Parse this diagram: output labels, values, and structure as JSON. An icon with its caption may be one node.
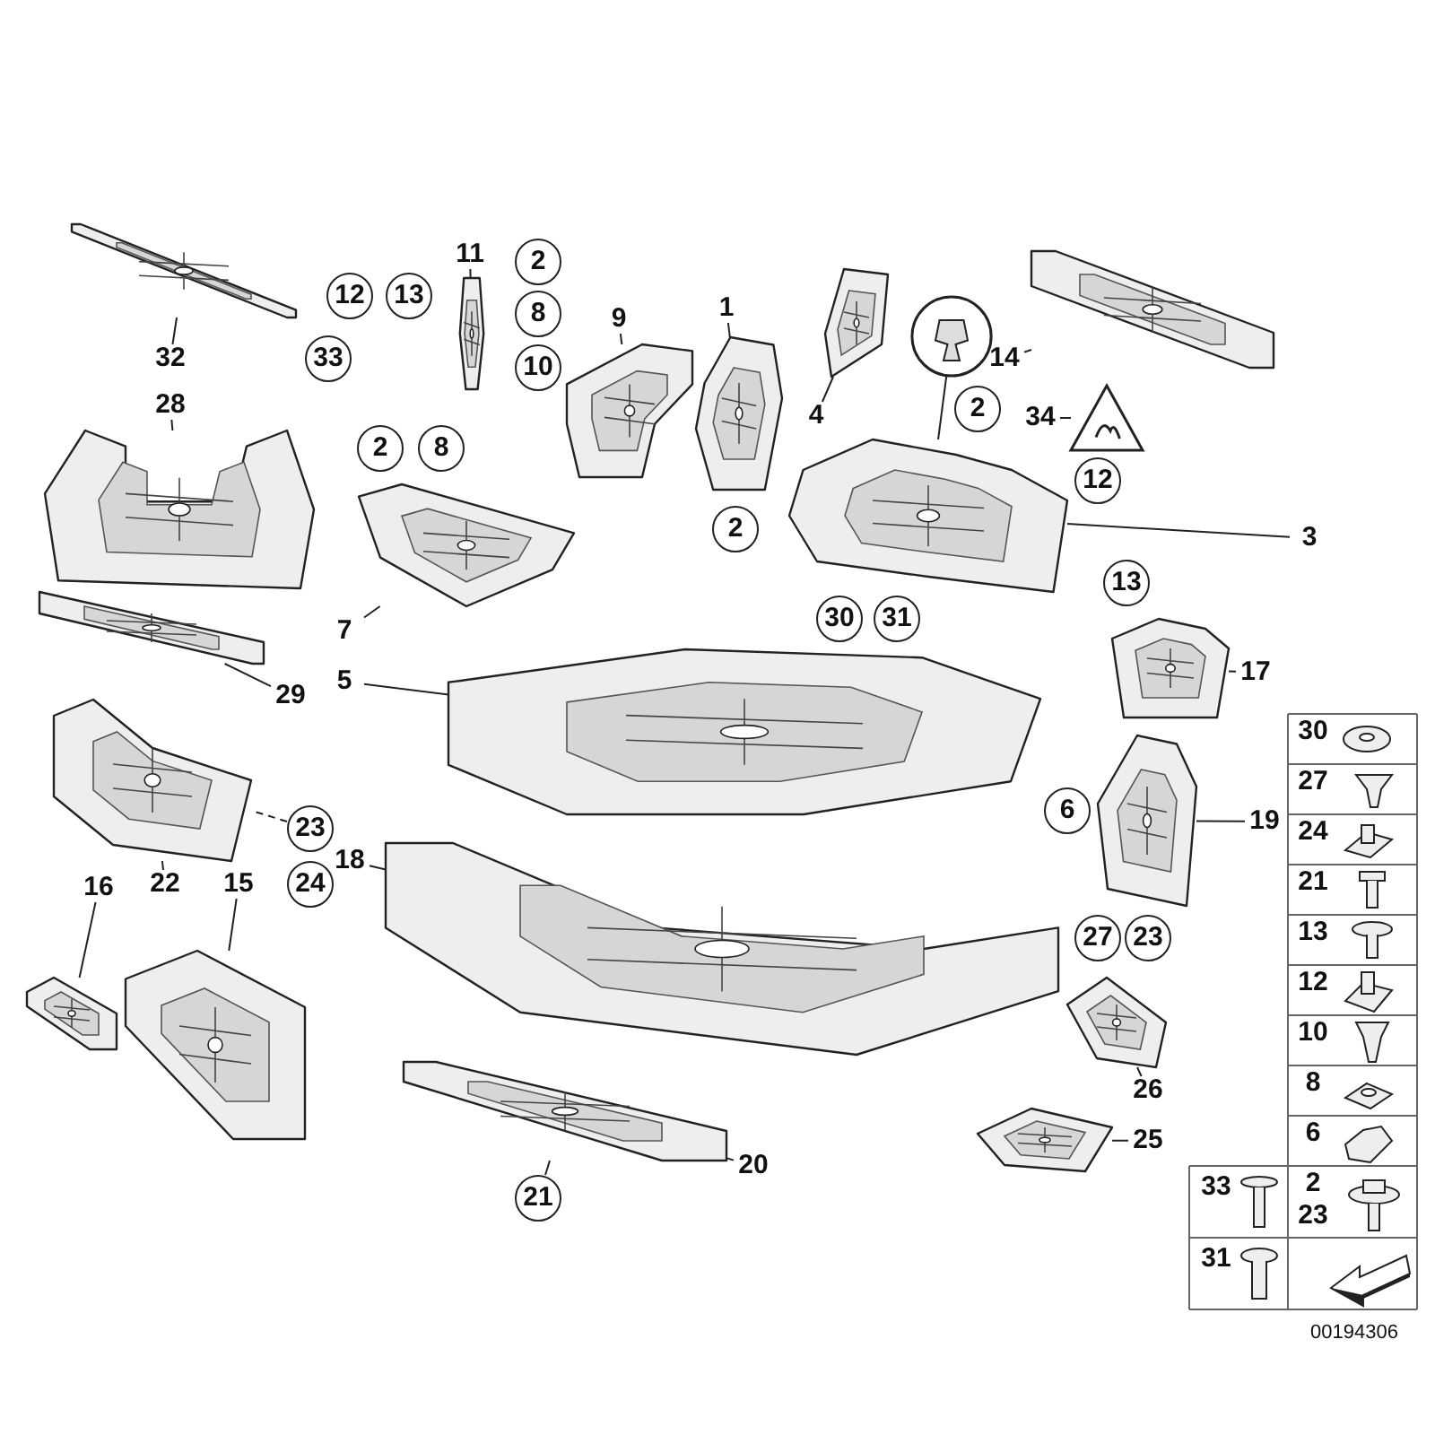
{
  "diagram": {
    "nodes": [
      {
        "text": [
          "32"
        ]
      },
      {
        "text": [],
        "shape": "picture"
      },
      {
        "text": [
          "11"
        ]
      },
      {
        "text": [],
        "shape": "picture"
      },
      {
        "text": [
          "9"
        ]
      },
      {
        "text": [],
        "shape": "picture"
      },
      {
        "text": [
          "1"
        ]
      },
      {
        "text": [],
        "shape": "picture"
      },
      {
        "text": [
          "4"
        ]
      },
      {
        "text": [],
        "shape": "picture"
      },
      {
        "text": [],
        "shape": "circle"
      },
      {
        "text": [
          "14"
        ]
      },
      {
        "text": [],
        "shape": "picture"
      },
      {
        "text": [
          "34"
        ]
      },
      {
        "text": [],
        "shape": "triangle"
      },
      {
        "text": [
          "28"
        ]
      },
      {
        "text": [],
        "shape": "picture"
      },
      {
        "text": [
          "3"
        ]
      },
      {
        "text": [],
        "shape": "picture"
      },
      {
        "text": [
          "7"
        ]
      },
      {
        "text": [],
        "shape": "picture"
      },
      {
        "text": [
          "5"
        ]
      },
      {
        "text": [],
        "shape": "picture"
      },
      {
        "text": [
          "29"
        ]
      },
      {
        "text": [],
        "shape": "picture"
      },
      {
        "text": [
          "18"
        ]
      },
      {
        "text": [],
        "shape": "picture"
      },
      {
        "text": [
          "17"
        ]
      },
      {
        "text": [],
        "shape": "picture"
      },
      {
        "text": [
          "19"
        ]
      },
      {
        "text": [],
        "shape": "picture"
      },
      {
        "text": [
          "23"
        ]
      },
      {
        "text": [
          "22"
        ]
      },
      {
        "text": [],
        "shape": "picture"
      },
      {
        "text": [
          "16"
        ]
      },
      {
        "text": [],
        "shape": "picture"
      },
      {
        "text": [
          "15"
        ]
      },
      {
        "text": [],
        "shape": "picture"
      },
      {
        "text": [
          "26"
        ]
      },
      {
        "text": [],
        "shape": "picture"
      },
      {
        "text": [
          "21"
        ]
      },
      {
        "text": [
          "20"
        ]
      },
      {
        "text": [],
        "shape": "picture"
      },
      {
        "text": [
          "25"
        ]
      },
      {
        "text": [],
        "shape": "picture"
      },
      {
        "text": [
          "12"
        ]
      },
      {
        "text": [
          "13"
        ]
      },
      {
        "text": [
          "2"
        ]
      },
      {
        "text": [
          "8"
        ]
      },
      {
        "text": [
          "10"
        ]
      },
      {
        "text": [
          "33"
        ]
      },
      {
        "text": [
          "2"
        ]
      },
      {
        "text": [
          "8"
        ]
      },
      {
        "text": [
          "2"
        ]
      },
      {
        "text": [
          "12"
        ]
      },
      {
        "text": [
          "2"
        ]
      },
      {
        "text": [
          "13"
        ]
      },
      {
        "text": [
          "30"
        ]
      },
      {
        "text": [
          "31"
        ]
      },
      {
        "text": [
          "6"
        ]
      },
      {
        "text": [
          "24"
        ]
      },
      {
        "text": [
          "27"
        ]
      },
      {
        "text": [
          "23"
        ]
      }
    ],
    "edges": [
      {
        "from": 0,
        "to": 1,
        "arrow": "none"
      },
      {
        "from": 2,
        "to": 3,
        "arrow": "none"
      },
      {
        "from": 4,
        "to": 5,
        "arrow": "none"
      },
      {
        "from": 6,
        "to": 7,
        "arrow": "none"
      },
      {
        "from": 8,
        "to": 9,
        "arrow": "none"
      },
      {
        "from": 10,
        "to": 18,
        "arrow": "none"
      },
      {
        "from": 11,
        "to": 12,
        "arrow": "none"
      },
      {
        "from": 13,
        "to": 14,
        "arrow": "none"
      },
      {
        "from": 15,
        "to": 16,
        "arrow": "none"
      },
      {
        "from": 17,
        "to": 18,
        "arrow": "none"
      },
      {
        "from": 19,
        "to": 20,
        "arrow": "none"
      },
      {
        "from": 21,
        "to": 22,
        "arrow": "none"
      },
      {
        "from": 23,
        "to": 24,
        "arrow": "none"
      },
      {
        "from": 25,
        "to": 26,
        "arrow": "none"
      },
      {
        "from": 27,
        "to": 28,
        "arrow": "none"
      },
      {
        "from": 29,
        "to": 30,
        "arrow": "none"
      },
      {
        "from": 31,
        "to": 33,
        "arrow": "none",
        "style": "dashed"
      },
      {
        "from": 32,
        "to": 33,
        "arrow": "none"
      },
      {
        "from": 34,
        "to": 35,
        "arrow": "none"
      },
      {
        "from": 36,
        "to": 37,
        "arrow": "none"
      },
      {
        "from": 38,
        "to": 39,
        "arrow": "none"
      },
      {
        "from": 40,
        "to": 42,
        "arrow": "none"
      },
      {
        "from": 41,
        "to": 42,
        "arrow": "none"
      },
      {
        "from": 43,
        "to": 44,
        "arrow": "none"
      }
    ],
    "labels": [
      "30",
      "27",
      "24",
      "21",
      "13",
      "12",
      "10",
      "8",
      "6",
      "33",
      "2",
      "23",
      "31",
      "00194306"
    ]
  }
}
